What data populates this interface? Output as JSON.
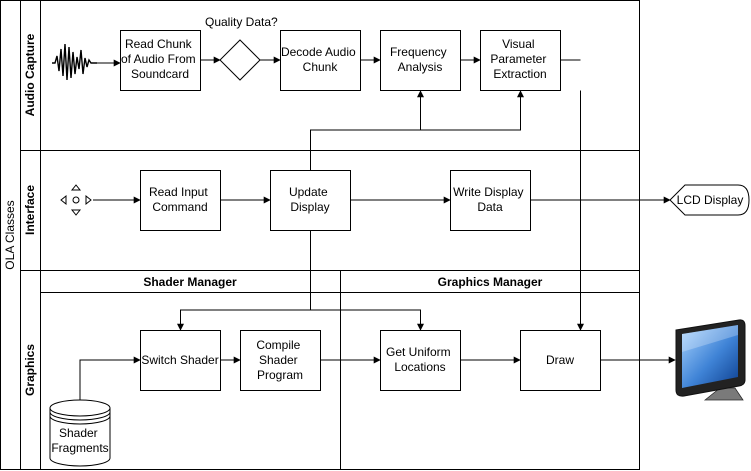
{
  "pool": {
    "title": "OLA Classes"
  },
  "lanes": {
    "audio": "Audio Capture",
    "interface": "Interface",
    "graphics": "Graphics"
  },
  "sublanes": {
    "shader": "Shader Manager",
    "graphics_manager": "Graphics Manager"
  },
  "nodes": {
    "read_chunk": [
      "Read Chunk",
      "of Audio From",
      "Soundcard"
    ],
    "quality_label": "Quality Data?",
    "decode": [
      "Decode Audio",
      "Chunk"
    ],
    "frequency": [
      "Frequency",
      "Analysis"
    ],
    "visual": [
      "Visual",
      "Parameter",
      "Extraction"
    ],
    "read_input": [
      "Read Input",
      "Command"
    ],
    "update_display": [
      "Update",
      "Display"
    ],
    "write_display": [
      "Write Display",
      "Data"
    ],
    "lcd": "LCD Display",
    "switch_shader": "Switch Shader",
    "compile_shader": [
      "Compile",
      "Shader",
      "Program"
    ],
    "get_uniform": [
      "Get Uniform",
      "Locations"
    ],
    "draw": "Draw",
    "shader_fragments": [
      "Shader",
      "Fragments"
    ]
  },
  "icons": {
    "audio": "waveform-icon",
    "interface": "directional-pad-icon",
    "output": "monitor-icon"
  }
}
